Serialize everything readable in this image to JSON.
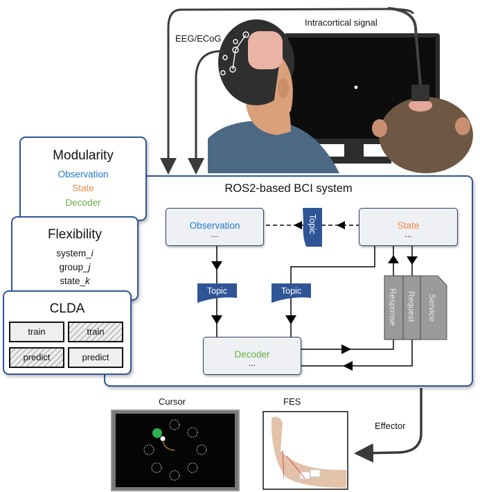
{
  "colors": {
    "card_border": "#2f5597",
    "topic_fill": "#2f5597",
    "observation": "#1f78c8",
    "state": "#f08a4b",
    "decoder": "#6aad45",
    "service_fill": "#9a9a9a"
  },
  "illustration": {
    "eeg_label": "EEG/ECoG",
    "intracortical_label": "Intracortical signal"
  },
  "modularity": {
    "title": "Modularity",
    "items": [
      "Observation",
      "State",
      "Decoder"
    ]
  },
  "flexibility": {
    "title": "Flexibility",
    "items": [
      "system_i",
      "group_j",
      "state_k"
    ]
  },
  "clda": {
    "title": "CLDA",
    "cells": [
      {
        "label": "train",
        "hatched": false
      },
      {
        "label": "train",
        "hatched": true
      },
      {
        "label": "predict",
        "hatched": true
      },
      {
        "label": "predict",
        "hatched": false
      }
    ]
  },
  "system": {
    "title": "ROS2-based BCI system",
    "nodes": {
      "observation": {
        "label": "Observation",
        "ellipsis": "..."
      },
      "state": {
        "label": "State",
        "ellipsis": "..."
      },
      "decoder": {
        "label": "Decoder",
        "ellipsis": "..."
      }
    },
    "topics": [
      "Topic",
      "Topic",
      "Topic"
    ],
    "service": {
      "response": "Response",
      "request": "Request",
      "service": "Service"
    }
  },
  "effectors": {
    "cursor_label": "Cursor",
    "fes_label": "FES",
    "effector_label": "Effector"
  }
}
